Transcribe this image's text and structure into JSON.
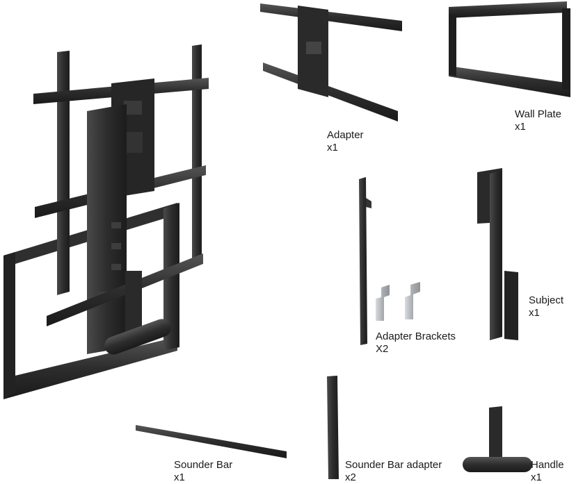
{
  "parts": {
    "adapter": {
      "name": "Adapter",
      "qty": "x1"
    },
    "wall_plate": {
      "name": "Wall Plate",
      "qty": "x1"
    },
    "adapter_brackets": {
      "name": "Adapter Brackets",
      "qty": "X2"
    },
    "subject": {
      "name": "Subject",
      "qty": "x1"
    },
    "sounder_bar": {
      "name": "Sounder Bar",
      "qty": "x1"
    },
    "sounder_bar_adapter": {
      "name": "Sounder Bar adapter",
      "qty": "x2"
    },
    "handle": {
      "name": "Handle",
      "qty": "x1"
    }
  },
  "colors": {
    "metal": "#2b2b2b",
    "metal_dark": "#1a1a1a",
    "metal_light": "#4a4a4a",
    "zinc": "#b8bcc0"
  }
}
